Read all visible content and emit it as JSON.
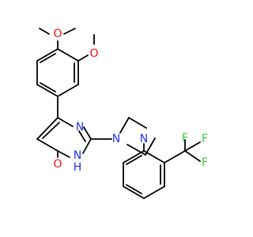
{
  "molecule": {
    "atoms": [
      {
        "id": "ring-n3",
        "symbol": "N",
        "color": "#2233ee"
      },
      {
        "id": "ring-n1",
        "symbol": "N",
        "color": "#2233ee"
      },
      {
        "id": "ring-nh-n",
        "symbol": "N",
        "color": "#2233ee"
      },
      {
        "id": "ring-nh-h",
        "symbol": "H",
        "color": "#2233ee"
      },
      {
        "id": "carbonyl-o",
        "symbol": "O",
        "color": "#ee1111"
      },
      {
        "id": "piperazine-n1",
        "symbol": "N",
        "color": "#2233ee"
      },
      {
        "id": "piperazine-n4",
        "symbol": "N",
        "color": "#2233ee"
      },
      {
        "id": "methoxy-o-top",
        "symbol": "O",
        "color": "#ee1111"
      },
      {
        "id": "methoxy-o-side",
        "symbol": "O",
        "color": "#ee1111"
      },
      {
        "id": "fluorine-1",
        "symbol": "F",
        "color": "#33cc33"
      },
      {
        "id": "fluorine-2",
        "symbol": "F",
        "color": "#33cc33"
      },
      {
        "id": "fluorine-3",
        "symbol": "F",
        "color": "#33cc33"
      }
    ]
  }
}
